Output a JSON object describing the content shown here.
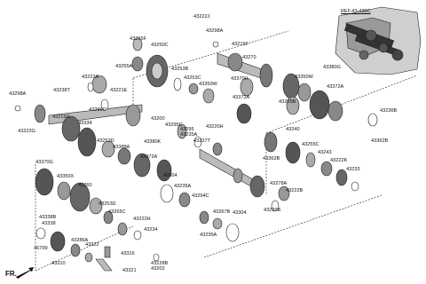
{
  "diagram": {
    "ref_label": "REF.43-430C",
    "direction_label": "FR.",
    "labels": {
      "l43222J": "43222J",
      "l43298A_top": "43298A",
      "l43255F": "43255F",
      "l43250C": "43250C",
      "l43215F": "43215F",
      "l43255A": "43255A",
      "l43253B": "43253B",
      "l43270": "43270",
      "l43380G": "43380G",
      "l43350W_r": "43350W",
      "l43372A_r": "43372A",
      "l43253C": "43253C",
      "l43350W_m": "43350W",
      "l43370H": "43370H",
      "l43222A": "43222A",
      "l43238T": "43238T",
      "l43221E": "43221E",
      "l43298A_left": "43298A",
      "l43290C": "43290C",
      "l43372A_m": "43372A",
      "l43255B": "43255B",
      "l43236B": "43236B",
      "l43215G": "43215G",
      "l43222G": "43222G",
      "l43334": "43334",
      "l43200": "43200",
      "l43295C": "43295C",
      "l43295": "43295",
      "l43235A_a": "43235A",
      "l43220H": "43220H",
      "l43362B_r": "43362B",
      "l43240": "43240",
      "l43253D_a": "43253D",
      "l43388A": "43388A",
      "l43380K": "43380K",
      "l43237T": "43237T",
      "l43255C": "43255C",
      "l43243": "43243",
      "l43372A_b": "43372A",
      "l43362B_l": "43362B",
      "l43222K": "43222K",
      "l43370G": "43370G",
      "l43304_a": "43304",
      "l43233": "43233",
      "l43350X": "43350X",
      "l43235A_b": "43235A",
      "l43278A": "43278A",
      "l43260": "43260",
      "l43294C": "43294C",
      "l43222B": "43222B",
      "l43253D_b": "43253D",
      "l43265C": "43265C",
      "l43299B": "43299B",
      "l43267B": "43267B",
      "l43304_b": "43304",
      "l43222H": "43222H",
      "l43338B": "43338B",
      "l43338": "43338",
      "l43234": "43234",
      "l43235A_c": "43235A",
      "l46799": "46799",
      "l43286A": "43286A",
      "l43322": "43322",
      "l43316": "43316",
      "l43228B": "43228B",
      "l43202": "43202",
      "l43310": "43310",
      "l43321": "43321"
    }
  }
}
